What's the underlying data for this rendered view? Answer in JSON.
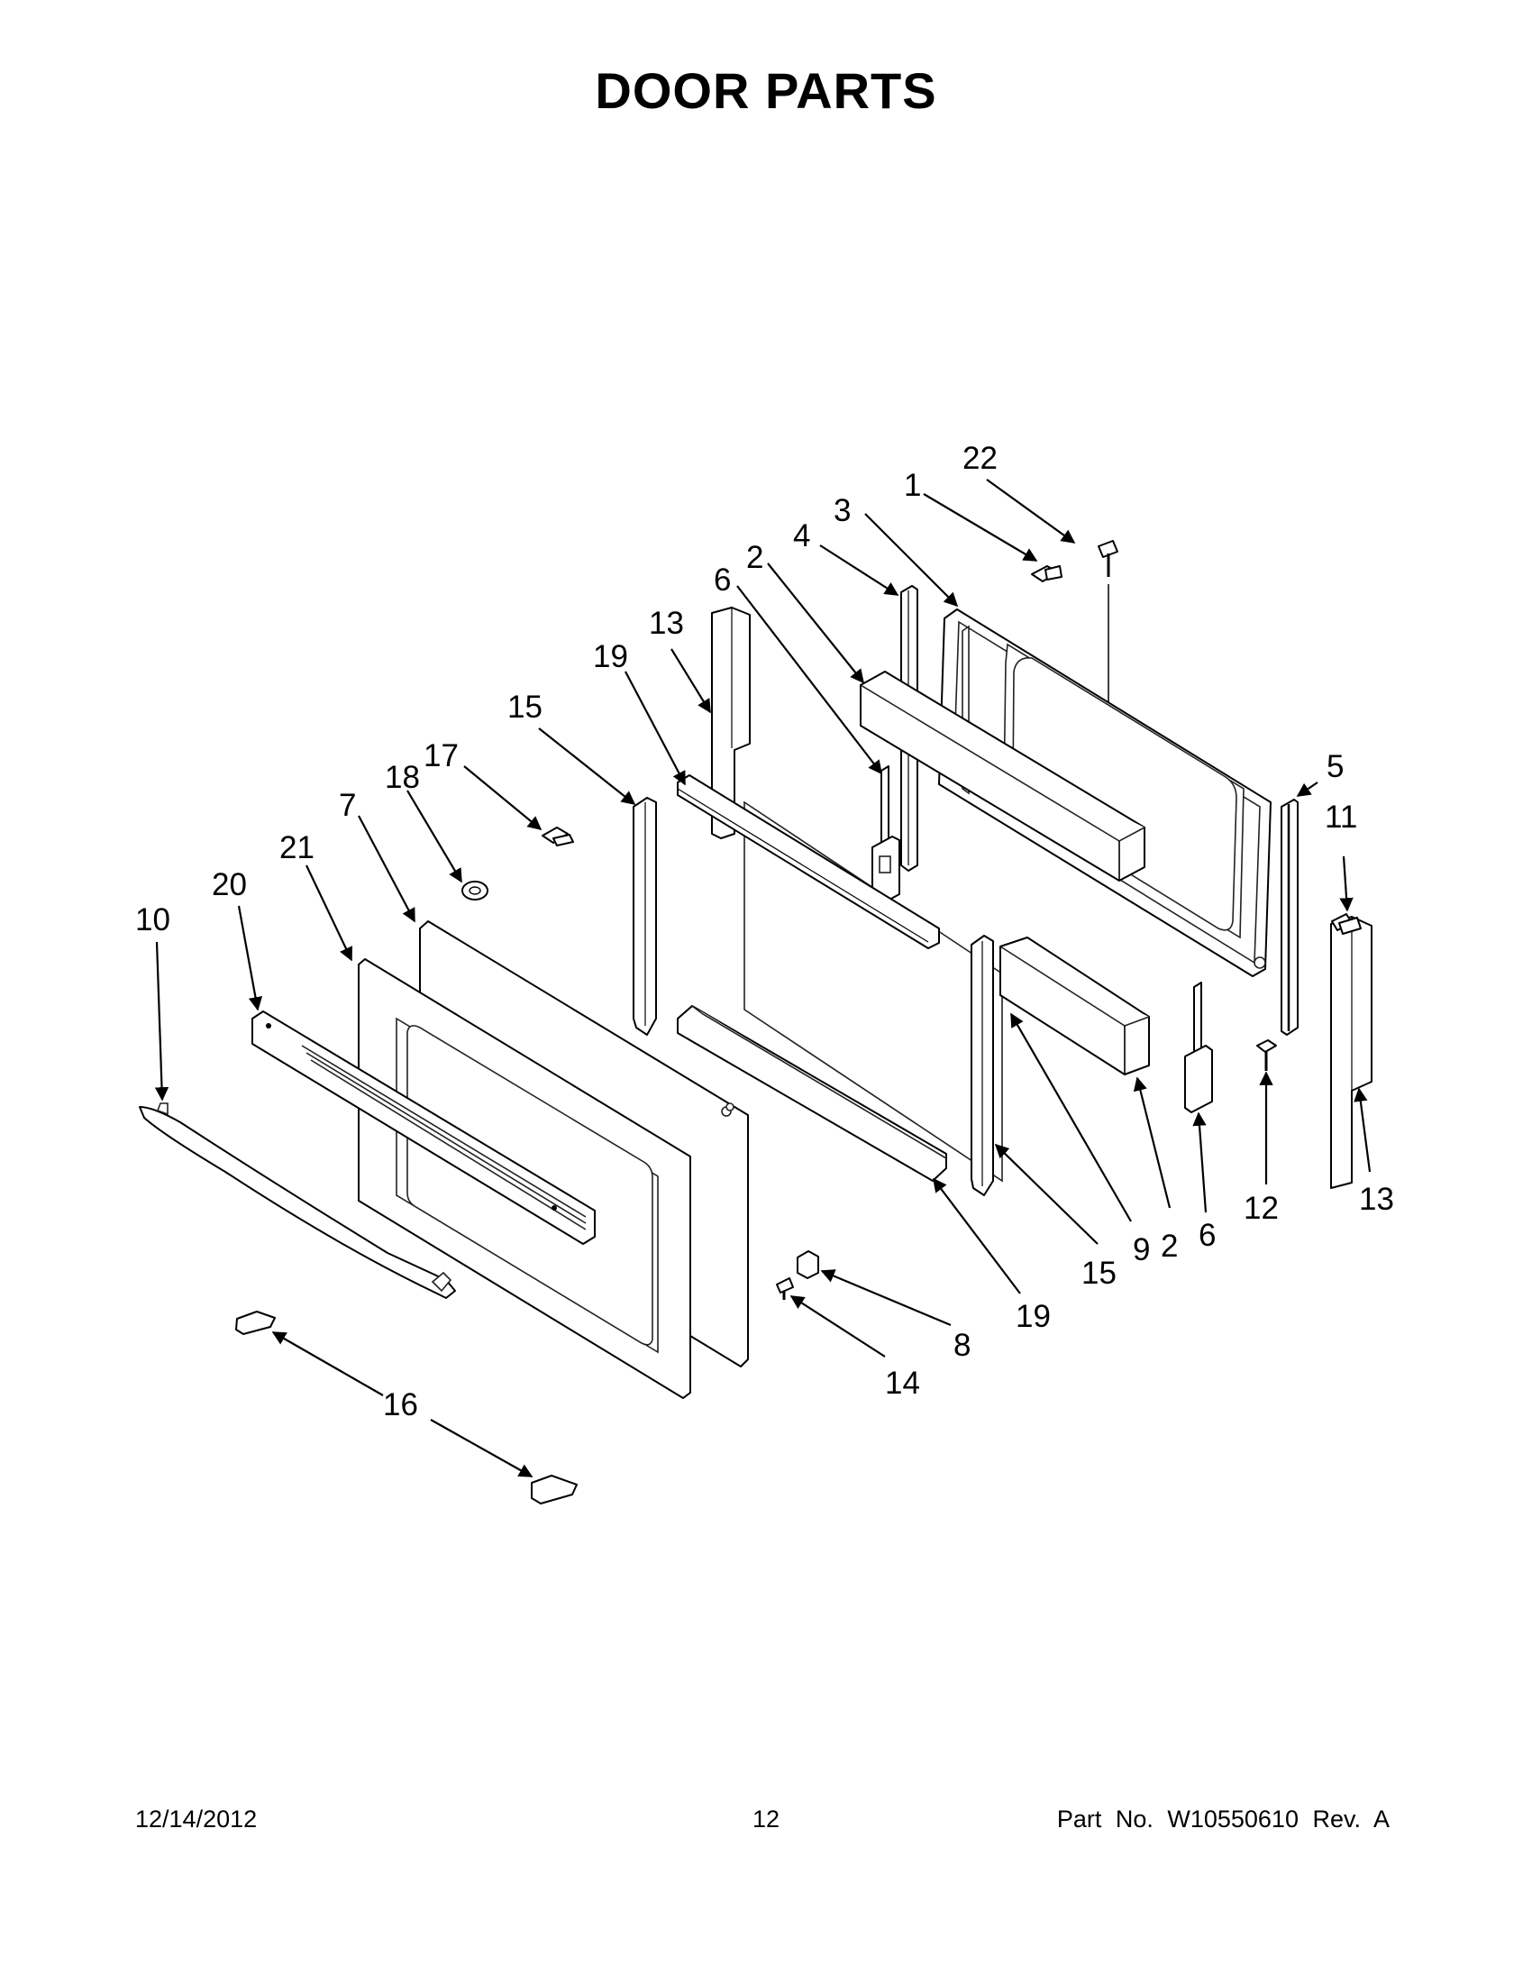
{
  "title": "DOOR PARTS",
  "callouts": {
    "c22": "22",
    "c1": "1",
    "c3": "3",
    "c4": "4",
    "c2a": "2",
    "c6a": "6",
    "c13a": "13",
    "c19a": "19",
    "c15a": "15",
    "c17": "17",
    "c18": "18",
    "c7": "7",
    "c21": "21",
    "c20": "20",
    "c10": "10",
    "c5": "5",
    "c11": "11",
    "c13b": "13",
    "c12": "12",
    "c6b": "6",
    "c2b": "2",
    "c9": "9",
    "c15b": "15",
    "c19b": "19",
    "c8": "8",
    "c14": "14",
    "c16": "16"
  },
  "footer": {
    "date": "12/14/2012",
    "page": "12",
    "part_no": "Part No.  W10550610  Rev.  A"
  }
}
